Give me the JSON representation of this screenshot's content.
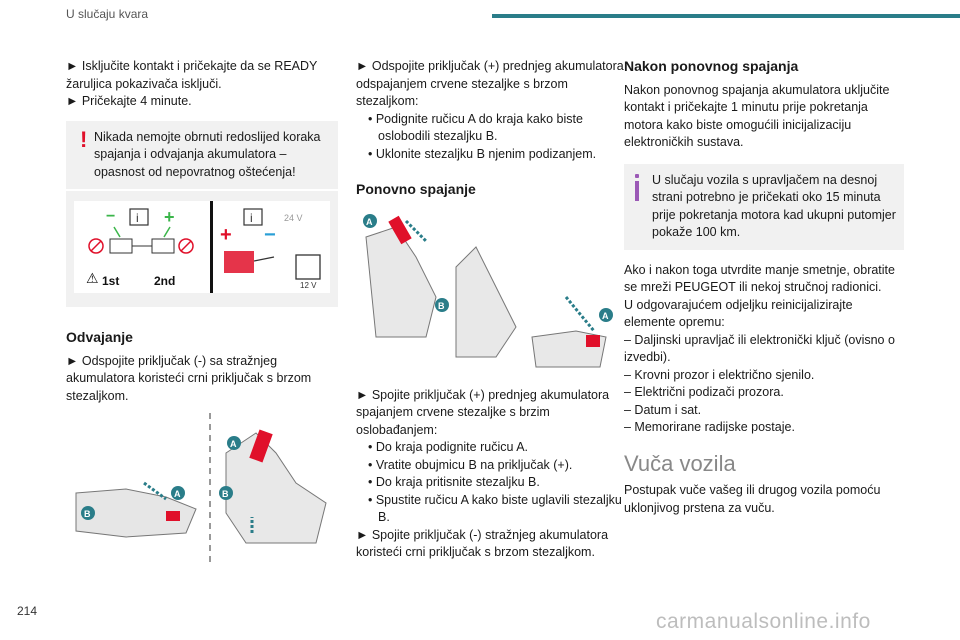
{
  "header": {
    "section": "U slučaju kvara"
  },
  "page_number": "214",
  "watermark": "carmanualsonline.info",
  "col1": {
    "intro_lines": [
      "► Isključite kontakt i pričekajte da se READY žaruljica pokazivača isključi.",
      "► Pričekajte 4 minute."
    ],
    "warning": "Nikada nemojte obrnuti redoslijed koraka spajanja i odvajanja akumulatora – opasnost od nepovratnog oštećenja!",
    "figure1": {
      "labels": {
        "first": "1st",
        "second": "2nd",
        "voltage_high": "24 V",
        "voltage_low": "12 V"
      }
    },
    "section_title": "Odvajanje",
    "disconnect_text": "► Odspojite priključak (-) sa stražnjeg akumulatora koristeći crni priključak s brzom stezaljkom.",
    "figure2": {
      "label_a": "A",
      "label_b": "B"
    }
  },
  "col2": {
    "front_disconnect": "► Odspojite priključak (+) prednjeg akumulatora odspajanjem crvene stezaljke s brzom stezaljkom:",
    "front_disconnect_steps": [
      "• Podignite ručicu A do kraja kako biste oslobodili stezaljku B.",
      "• Uklonite stezaljku B njenim podizanjem."
    ],
    "section_title": "Ponovno spajanje",
    "figure3": {
      "label_a": "A",
      "label_b": "B"
    },
    "reconnect_text": "► Spojite priključak (+) prednjeg akumulatora spajanjem crvene stezaljke s brzim oslobađanjem:",
    "reconnect_steps": [
      "• Do kraja podignite ručicu A.",
      "• Vratite obujmicu B na priključak (+).",
      "• Do kraja pritisnite stezaljku B.",
      "• Spustite ručicu A kako biste uglavili stezaljku B."
    ],
    "final_text": "► Spojite priključak (-) stražnjeg akumulatora koristeći crni priključak s brzom stezaljkom."
  },
  "col3": {
    "title1": "Nakon ponovnog spajanja",
    "para1": "Nakon ponovnog spajanja akumulatora uključite kontakt i pričekajte 1 minutu prije pokretanja motora kako biste omogućili inicijalizaciju elektroničkih sustava.",
    "info": "U slučaju vozila s upravljačem na desnoj strani potrebno je pričekati oko 15 minuta prije pokretanja motora kad ukupni putomjer pokaže 100 km.",
    "para2_lines": [
      "Ako i nakon toga utvrdite manje smetnje, obratite se mreži PEUGEOT ili nekoj stručnoj radionici.",
      "U odgovarajućem odjeljku reinicijalizirajte elemente opremu:",
      "– Daljinski upravljač ili elektronički ključ (ovisno o izvedbi).",
      "– Krovni prozor i električno sjenilo.",
      "– Električni podizači prozora.",
      "– Datum i sat.",
      "– Memorirane radijske postaje."
    ],
    "title2": "Vuča vozila",
    "para3": "Postupak vuče vašeg ili drugog vozila pomoću uklonjivog prstena za vuču."
  },
  "colors": {
    "accent": "#2a7d89",
    "warning": "#e0102a",
    "info": "#9b59b6",
    "marker": "#2a7d89"
  }
}
